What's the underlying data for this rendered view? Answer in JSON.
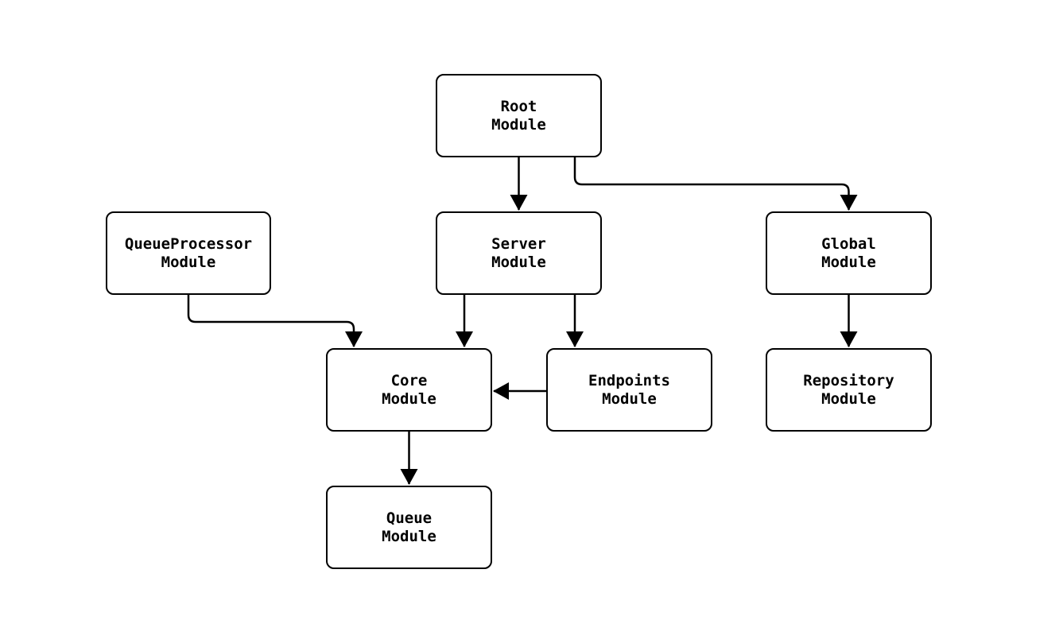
{
  "diagram": {
    "kind": "module-dependency-diagram",
    "colors": {
      "background": "#ffffff",
      "node_fill": "#ffffff",
      "stroke": "#000000",
      "text": "#000000"
    },
    "nodes": [
      {
        "id": "root",
        "label": "Root\nModule"
      },
      {
        "id": "queue-processor",
        "label": "QueueProcessor\nModule"
      },
      {
        "id": "server",
        "label": "Server\nModule"
      },
      {
        "id": "global",
        "label": "Global\nModule"
      },
      {
        "id": "core",
        "label": "Core\nModule"
      },
      {
        "id": "endpoints",
        "label": "Endpoints\nModule"
      },
      {
        "id": "repository",
        "label": "Repository\nModule"
      },
      {
        "id": "queue",
        "label": "Queue\nModule"
      }
    ],
    "edges": [
      {
        "from": "Root Module",
        "to": "Server Module"
      },
      {
        "from": "Root Module",
        "to": "Global Module"
      },
      {
        "from": "QueueProcessor Module",
        "to": "Core Module"
      },
      {
        "from": "Server Module",
        "to": "Core Module"
      },
      {
        "from": "Server Module",
        "to": "Endpoints Module"
      },
      {
        "from": "Endpoints Module",
        "to": "Core Module"
      },
      {
        "from": "Core Module",
        "to": "Queue Module"
      },
      {
        "from": "Global Module",
        "to": "Repository Module"
      }
    ]
  }
}
